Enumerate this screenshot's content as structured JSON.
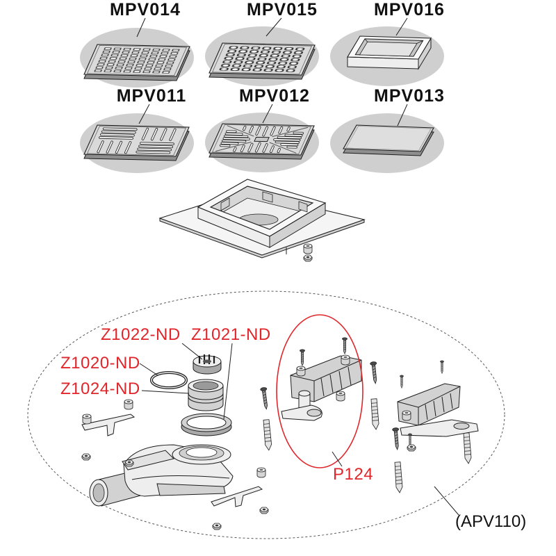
{
  "grates": [
    {
      "code": "MPV014"
    },
    {
      "code": "MPV015"
    },
    {
      "code": "MPV016"
    },
    {
      "code": "MPV011"
    },
    {
      "code": "MPV012"
    },
    {
      "code": "MPV013"
    }
  ],
  "drain_kit": {
    "code": "(APV110)",
    "parts": [
      {
        "code": "Z1022-ND"
      },
      {
        "code": "Z1021-ND"
      },
      {
        "code": "Z1020-ND"
      },
      {
        "code": "Z1024-ND"
      },
      {
        "code": "P124"
      }
    ]
  },
  "colors": {
    "callout": "#e0262b",
    "ink": "#1d1d1d",
    "backdrop": "#cfcfcf"
  }
}
